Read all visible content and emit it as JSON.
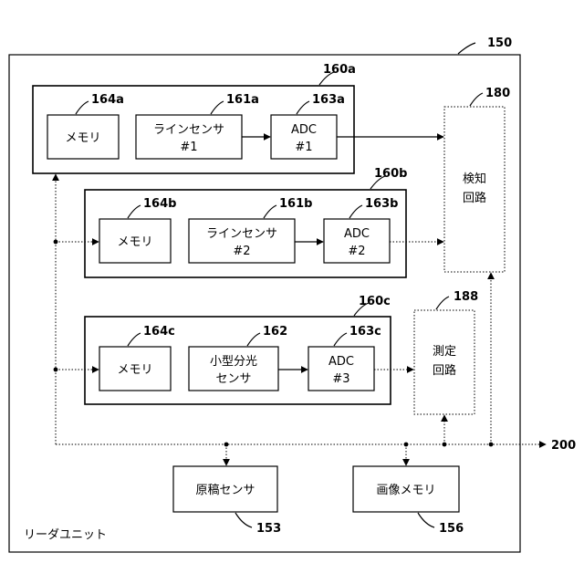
{
  "reader": {
    "ref": "150",
    "label": "リーダユニット"
  },
  "units": [
    {
      "ref": "160a",
      "memory": {
        "ref": "164a",
        "label": "メモリ"
      },
      "sensor": {
        "ref": "161a",
        "line1": "ラインセンサ",
        "line2": "#1"
      },
      "adc": {
        "ref": "163a",
        "line1": "ADC",
        "line2": "#1"
      }
    },
    {
      "ref": "160b",
      "memory": {
        "ref": "164b",
        "label": "メモリ"
      },
      "sensor": {
        "ref": "161b",
        "line1": "ラインセンサ",
        "line2": "#2"
      },
      "adc": {
        "ref": "163b",
        "line1": "ADC",
        "line2": "#2"
      }
    },
    {
      "ref": "160c",
      "memory": {
        "ref": "164c",
        "label": "メモリ"
      },
      "sensor": {
        "ref": "162",
        "line1": "小型分光",
        "line2": "センサ"
      },
      "adc": {
        "ref": "163c",
        "line1": "ADC",
        "line2": "#3"
      }
    }
  ],
  "detection": {
    "ref": "180",
    "line1": "検知",
    "line2": "回路"
  },
  "measurement": {
    "ref": "188",
    "line1": "測定",
    "line2": "回路"
  },
  "original_sensor": {
    "ref": "153",
    "label": "原稿センサ"
  },
  "image_memory": {
    "ref": "156",
    "label": "画像メモリ"
  },
  "output": {
    "ref": "200"
  }
}
